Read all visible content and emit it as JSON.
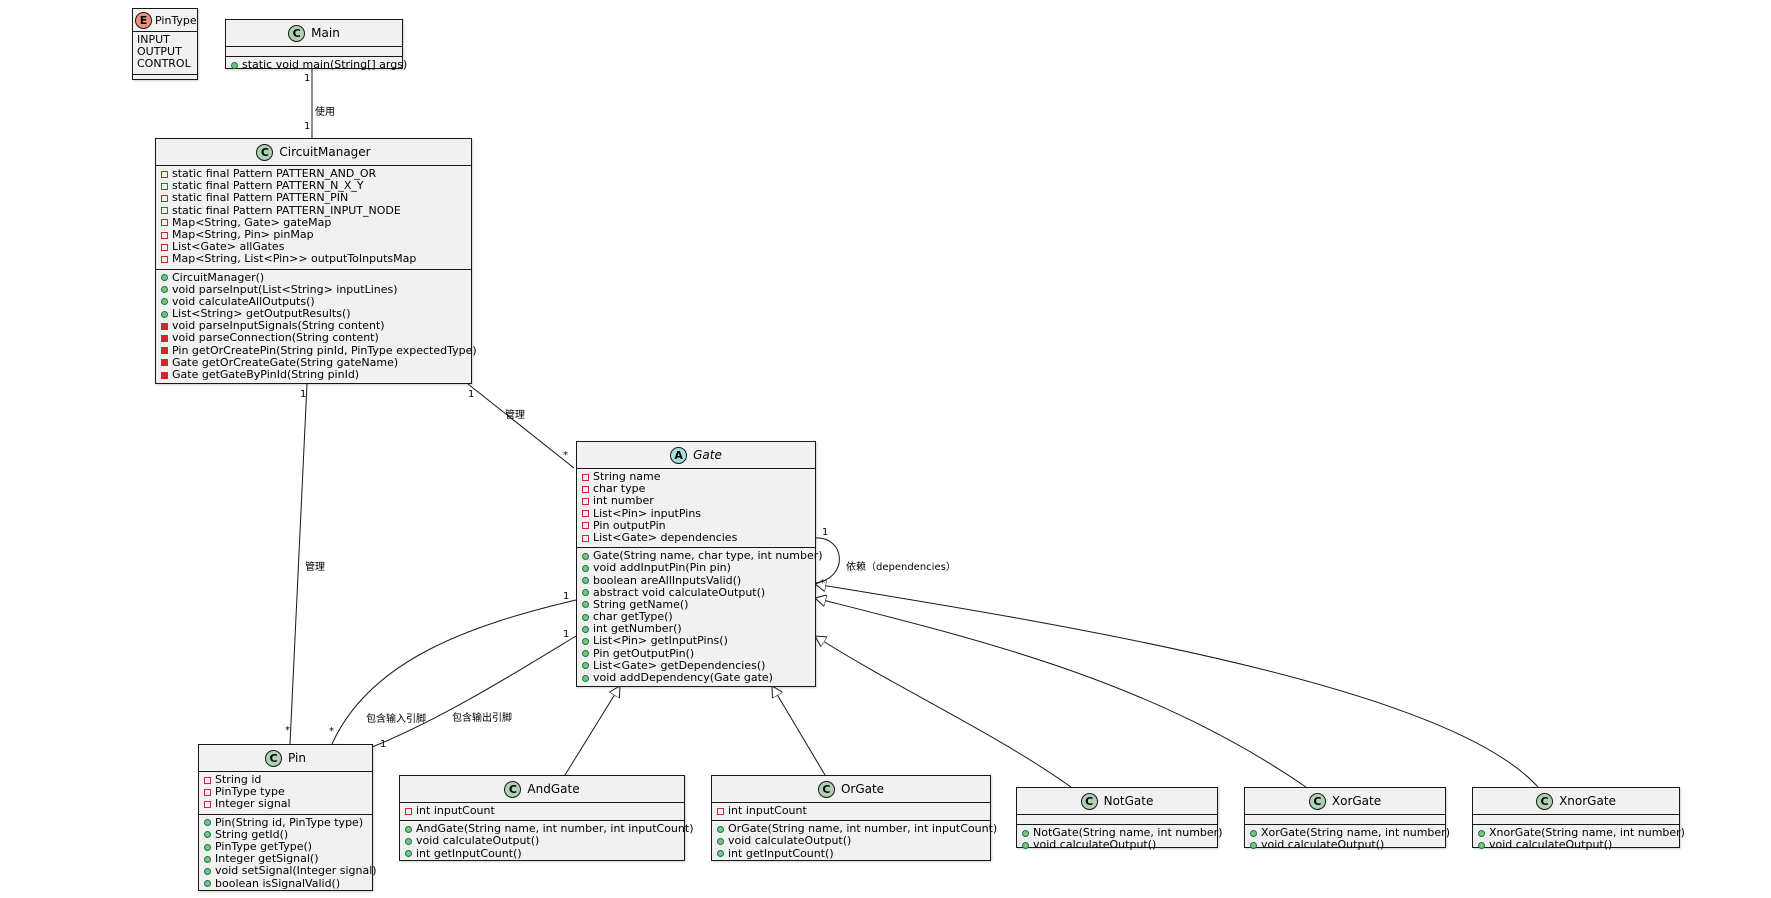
{
  "classes": {
    "pintype": {
      "name": "PinType",
      "spot": "E",
      "values": [
        "INPUT",
        "OUTPUT",
        "CONTROL"
      ]
    },
    "main": {
      "name": "Main",
      "spot": "C",
      "fields": [],
      "methods": [
        {
          "vis": "pub",
          "text": "static void main(String[] args)"
        }
      ]
    },
    "circuitmanager": {
      "name": "CircuitManager",
      "spot": "C",
      "fields": [
        {
          "vis": "priv",
          "text": "static final Pattern PATTERN_AND_OR"
        },
        {
          "vis": "priv",
          "text": "static final Pattern PATTERN_N_X_Y"
        },
        {
          "vis": "priv",
          "text": "static final Pattern PATTERN_PIN"
        },
        {
          "vis": "priv",
          "text": "static final Pattern PATTERN_INPUT_NODE"
        },
        {
          "vis": "priv",
          "text": "Map<String, Gate> gateMap"
        },
        {
          "vis": "priv",
          "text": "Map<String, Pin> pinMap"
        },
        {
          "vis": "priv",
          "text": "List<Gate> allGates"
        },
        {
          "vis": "priv",
          "text": "Map<String, List<Pin>> outputToInputsMap"
        }
      ],
      "methods": [
        {
          "vis": "pub",
          "text": "CircuitManager()"
        },
        {
          "vis": "pub",
          "text": "void parseInput(List<String> inputLines)"
        },
        {
          "vis": "pub",
          "text": "void calculateAllOutputs()"
        },
        {
          "vis": "pub",
          "text": "List<String> getOutputResults()"
        },
        {
          "vis": "privm",
          "text": "void parseInputSignals(String content)"
        },
        {
          "vis": "privm",
          "text": "void parseConnection(String content)"
        },
        {
          "vis": "privm",
          "text": "Pin getOrCreatePin(String pinId, PinType expectedType)"
        },
        {
          "vis": "privm",
          "text": "Gate getOrCreateGate(String gateName)"
        },
        {
          "vis": "privm",
          "text": "Gate getGateByPinId(String pinId)"
        }
      ]
    },
    "gate": {
      "name": "Gate",
      "spot": "A",
      "fields": [
        {
          "vis": "priv",
          "text": "String name"
        },
        {
          "vis": "priv",
          "text": "char type"
        },
        {
          "vis": "priv",
          "text": "int number"
        },
        {
          "vis": "priv",
          "text": "List<Pin> inputPins"
        },
        {
          "vis": "priv",
          "text": "Pin outputPin"
        },
        {
          "vis": "priv",
          "text": "List<Gate> dependencies"
        }
      ],
      "methods": [
        {
          "vis": "pub",
          "text": "Gate(String name, char type, int number)"
        },
        {
          "vis": "pub",
          "text": "void addInputPin(Pin pin)"
        },
        {
          "vis": "pub",
          "text": "boolean areAllInputsValid()"
        },
        {
          "vis": "pub",
          "text": "abstract void calculateOutput()"
        },
        {
          "vis": "pub",
          "text": "String getName()"
        },
        {
          "vis": "pub",
          "text": "char getType()"
        },
        {
          "vis": "pub",
          "text": "int getNumber()"
        },
        {
          "vis": "pub",
          "text": "List<Pin> getInputPins()"
        },
        {
          "vis": "pub",
          "text": "Pin getOutputPin()"
        },
        {
          "vis": "pub",
          "text": "List<Gate> getDependencies()"
        },
        {
          "vis": "pub",
          "text": "void addDependency(Gate gate)"
        }
      ]
    },
    "pin": {
      "name": "Pin",
      "spot": "C",
      "fields": [
        {
          "vis": "priv",
          "text": "String id"
        },
        {
          "vis": "priv",
          "text": "PinType type"
        },
        {
          "vis": "priv",
          "text": "Integer signal"
        }
      ],
      "methods": [
        {
          "vis": "pub",
          "text": "Pin(String id, PinType type)"
        },
        {
          "vis": "pub",
          "text": "String getId()"
        },
        {
          "vis": "pub",
          "text": "PinType getType()"
        },
        {
          "vis": "pub",
          "text": "Integer getSignal()"
        },
        {
          "vis": "pub",
          "text": "void setSignal(Integer signal)"
        },
        {
          "vis": "pub",
          "text": "boolean isSignalValid()"
        }
      ]
    },
    "andgate": {
      "name": "AndGate",
      "spot": "C",
      "fields": [
        {
          "vis": "priv",
          "text": "int inputCount"
        }
      ],
      "methods": [
        {
          "vis": "pub",
          "text": "AndGate(String name, int number, int inputCount)"
        },
        {
          "vis": "pub",
          "text": "void calculateOutput()"
        },
        {
          "vis": "pub",
          "text": "int getInputCount()"
        }
      ]
    },
    "orgate": {
      "name": "OrGate",
      "spot": "C",
      "fields": [
        {
          "vis": "priv",
          "text": "int inputCount"
        }
      ],
      "methods": [
        {
          "vis": "pub",
          "text": "OrGate(String name, int number, int inputCount)"
        },
        {
          "vis": "pub",
          "text": "void calculateOutput()"
        },
        {
          "vis": "pub",
          "text": "int getInputCount()"
        }
      ]
    },
    "notgate": {
      "name": "NotGate",
      "spot": "C",
      "fields": [],
      "methods": [
        {
          "vis": "pub",
          "text": "NotGate(String name, int number)"
        },
        {
          "vis": "pub",
          "text": "void calculateOutput()"
        }
      ]
    },
    "xorgate": {
      "name": "XorGate",
      "spot": "C",
      "fields": [],
      "methods": [
        {
          "vis": "pub",
          "text": "XorGate(String name, int number)"
        },
        {
          "vis": "pub",
          "text": "void calculateOutput()"
        }
      ]
    },
    "xnorgate": {
      "name": "XnorGate",
      "spot": "C",
      "fields": [],
      "methods": [
        {
          "vis": "pub",
          "text": "XnorGate(String name, int number)"
        },
        {
          "vis": "pub",
          "text": "void calculateOutput()"
        }
      ]
    }
  },
  "relations": {
    "main_cm": {
      "label": "使用",
      "mult_a": "1",
      "mult_b": "1"
    },
    "cm_gate": {
      "label": "管理",
      "mult_a": "1",
      "mult_b": "*"
    },
    "cm_pin": {
      "label": "管理",
      "mult_a": "1",
      "mult_b": "*"
    },
    "gate_self": {
      "label": "依赖（dependencies）",
      "mult_a": "1",
      "mult_b": "*"
    },
    "gate_pin_in": {
      "label": "包含输入引脚",
      "mult_a": "1",
      "mult_b": "*"
    },
    "gate_pin_out": {
      "label": "包含输出引脚",
      "mult_a": "1",
      "mult_b": "1"
    }
  },
  "colors": {
    "class_spot": "#add1b2",
    "abstract_spot": "#a9dcdf",
    "enum_spot": "#eb937f",
    "box_fill": "#f1f1f1",
    "line": "#181818"
  }
}
